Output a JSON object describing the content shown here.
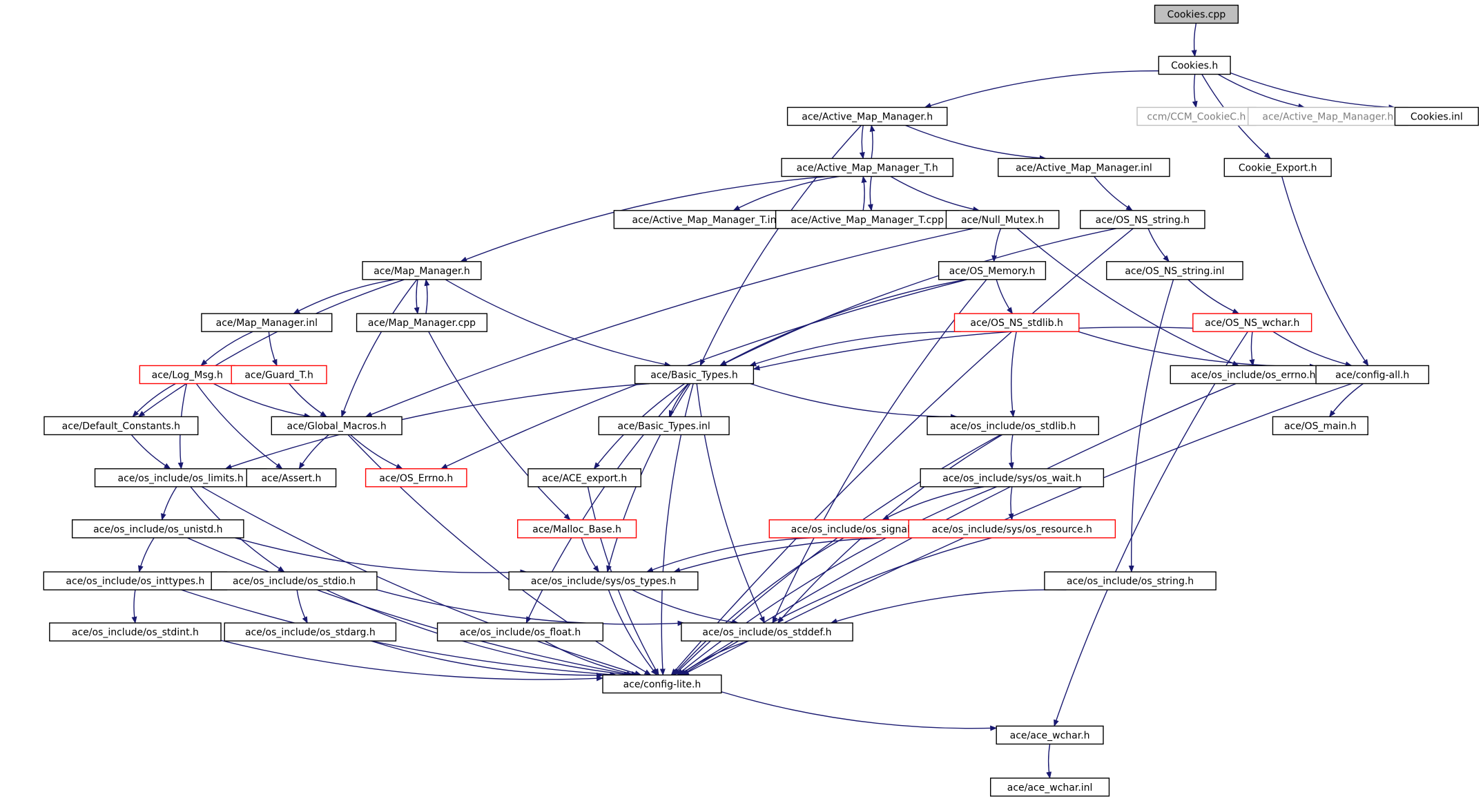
{
  "colors": {
    "edge": "#191970",
    "box_default": "#000000",
    "box_missing": "#bfbfbf",
    "box_incomplete": "#ff0000",
    "root_fill": "#bfbfbf",
    "text_default": "#000000",
    "text_missing": "#808080"
  },
  "nodes": [
    {
      "id": "n0",
      "label": "Cookies.cpp",
      "style": "root"
    },
    {
      "id": "n1",
      "label": "Cookies.h",
      "style": "normal"
    },
    {
      "id": "n2",
      "label": "ace/Active_Map_Manager.h",
      "style": "normal"
    },
    {
      "id": "n3",
      "label": "ccm/CCM_CookieC.h",
      "style": "missing"
    },
    {
      "id": "n4",
      "label": "ace/Active_Map_Manager.h",
      "style": "missing"
    },
    {
      "id": "n5",
      "label": "Cookies.inl",
      "style": "normal"
    },
    {
      "id": "n6",
      "label": "ace/Active_Map_Manager_T.h",
      "style": "normal"
    },
    {
      "id": "n7",
      "label": "ace/Active_Map_Manager.inl",
      "style": "normal"
    },
    {
      "id": "n8",
      "label": "Cookie_Export.h",
      "style": "normal"
    },
    {
      "id": "n9",
      "label": "ace/Active_Map_Manager_T.inl",
      "style": "normal"
    },
    {
      "id": "n10",
      "label": "ace/Active_Map_Manager_T.cpp",
      "style": "normal"
    },
    {
      "id": "n11",
      "label": "ace/Null_Mutex.h",
      "style": "normal"
    },
    {
      "id": "n12",
      "label": "ace/OS_NS_string.h",
      "style": "normal"
    },
    {
      "id": "n13",
      "label": "ace/Map_Manager.h",
      "style": "normal"
    },
    {
      "id": "n14",
      "label": "ace/OS_Memory.h",
      "style": "normal"
    },
    {
      "id": "n15",
      "label": "ace/OS_NS_string.inl",
      "style": "normal"
    },
    {
      "id": "n16",
      "label": "ace/Map_Manager.inl",
      "style": "normal"
    },
    {
      "id": "n17",
      "label": "ace/Map_Manager.cpp",
      "style": "normal"
    },
    {
      "id": "n18",
      "label": "ace/OS_NS_stdlib.h",
      "style": "incomplete"
    },
    {
      "id": "n19",
      "label": "ace/OS_NS_wchar.h",
      "style": "incomplete"
    },
    {
      "id": "n20",
      "label": "ace/Log_Msg.h",
      "style": "incomplete"
    },
    {
      "id": "n21",
      "label": "ace/Guard_T.h",
      "style": "incomplete"
    },
    {
      "id": "n22",
      "label": "ace/Basic_Types.h",
      "style": "normal"
    },
    {
      "id": "n23",
      "label": "ace/os_include/os_errno.h",
      "style": "normal"
    },
    {
      "id": "n24",
      "label": "ace/config-all.h",
      "style": "normal"
    },
    {
      "id": "n25",
      "label": "ace/Default_Constants.h",
      "style": "normal"
    },
    {
      "id": "n26",
      "label": "ace/Global_Macros.h",
      "style": "normal"
    },
    {
      "id": "n27",
      "label": "ace/Basic_Types.inl",
      "style": "normal"
    },
    {
      "id": "n28",
      "label": "ace/os_include/os_stdlib.h",
      "style": "normal"
    },
    {
      "id": "n29",
      "label": "ace/OS_main.h",
      "style": "normal"
    },
    {
      "id": "n30",
      "label": "ace/os_include/os_limits.h",
      "style": "normal"
    },
    {
      "id": "n31",
      "label": "ace/Assert.h",
      "style": "normal"
    },
    {
      "id": "n32",
      "label": "ace/OS_Errno.h",
      "style": "incomplete"
    },
    {
      "id": "n33",
      "label": "ace/ACE_export.h",
      "style": "normal"
    },
    {
      "id": "n34",
      "label": "ace/os_include/sys/os_wait.h",
      "style": "normal"
    },
    {
      "id": "n35",
      "label": "ace/os_include/os_unistd.h",
      "style": "normal"
    },
    {
      "id": "n36",
      "label": "ace/Malloc_Base.h",
      "style": "incomplete"
    },
    {
      "id": "n37",
      "label": "ace/os_include/os_signal.h",
      "style": "incomplete"
    },
    {
      "id": "n38",
      "label": "ace/os_include/sys/os_resource.h",
      "style": "incomplete"
    },
    {
      "id": "n39",
      "label": "ace/os_include/os_inttypes.h",
      "style": "normal"
    },
    {
      "id": "n40",
      "label": "ace/os_include/os_stdio.h",
      "style": "normal"
    },
    {
      "id": "n41",
      "label": "ace/os_include/sys/os_types.h",
      "style": "normal"
    },
    {
      "id": "n42",
      "label": "ace/os_include/os_string.h",
      "style": "normal"
    },
    {
      "id": "n43",
      "label": "ace/os_include/os_stdint.h",
      "style": "normal"
    },
    {
      "id": "n44",
      "label": "ace/os_include/os_stdarg.h",
      "style": "normal"
    },
    {
      "id": "n45",
      "label": "ace/os_include/os_float.h",
      "style": "normal"
    },
    {
      "id": "n46",
      "label": "ace/os_include/os_stddef.h",
      "style": "normal"
    },
    {
      "id": "n47",
      "label": "ace/config-lite.h",
      "style": "normal"
    },
    {
      "id": "n48",
      "label": "ace/ace_wchar.h",
      "style": "normal"
    },
    {
      "id": "n49",
      "label": "ace/ace_wchar.inl",
      "style": "normal"
    }
  ],
  "edges": [
    [
      "n0",
      "n1"
    ],
    [
      "n1",
      "n2"
    ],
    [
      "n1",
      "n3"
    ],
    [
      "n1",
      "n4"
    ],
    [
      "n1",
      "n5"
    ],
    [
      "n1",
      "n8"
    ],
    [
      "n2",
      "n6"
    ],
    [
      "n2",
      "n7"
    ],
    [
      "n2",
      "n22"
    ],
    [
      "n6",
      "n2"
    ],
    [
      "n6",
      "n9"
    ],
    [
      "n6",
      "n10"
    ],
    [
      "n6",
      "n11"
    ],
    [
      "n6",
      "n13"
    ],
    [
      "n10",
      "n6"
    ],
    [
      "n7",
      "n12"
    ],
    [
      "n8",
      "n24"
    ],
    [
      "n11",
      "n14"
    ],
    [
      "n11",
      "n23"
    ],
    [
      "n11",
      "n26"
    ],
    [
      "n12",
      "n15"
    ],
    [
      "n12",
      "n22"
    ],
    [
      "n12",
      "n47"
    ],
    [
      "n13",
      "n16"
    ],
    [
      "n13",
      "n17"
    ],
    [
      "n13",
      "n22"
    ],
    [
      "n13",
      "n25"
    ],
    [
      "n13",
      "n26"
    ],
    [
      "n17",
      "n13"
    ],
    [
      "n17",
      "n36"
    ],
    [
      "n14",
      "n18"
    ],
    [
      "n14",
      "n22"
    ],
    [
      "n14",
      "n32"
    ],
    [
      "n14",
      "n46"
    ],
    [
      "n15",
      "n19"
    ],
    [
      "n15",
      "n42"
    ],
    [
      "n16",
      "n20"
    ],
    [
      "n16",
      "n21"
    ],
    [
      "n18",
      "n22"
    ],
    [
      "n18",
      "n24"
    ],
    [
      "n18",
      "n28"
    ],
    [
      "n19",
      "n22"
    ],
    [
      "n19",
      "n23"
    ],
    [
      "n19",
      "n24"
    ],
    [
      "n19",
      "n48"
    ],
    [
      "n20",
      "n25"
    ],
    [
      "n20",
      "n26"
    ],
    [
      "n20",
      "n30"
    ],
    [
      "n20",
      "n31"
    ],
    [
      "n21",
      "n26"
    ],
    [
      "n22",
      "n27"
    ],
    [
      "n22",
      "n28"
    ],
    [
      "n22",
      "n30"
    ],
    [
      "n22",
      "n33"
    ],
    [
      "n22",
      "n41"
    ],
    [
      "n22",
      "n46"
    ],
    [
      "n22",
      "n47"
    ],
    [
      "n22",
      "n45"
    ],
    [
      "n23",
      "n47"
    ],
    [
      "n24",
      "n29"
    ],
    [
      "n24",
      "n47"
    ],
    [
      "n25",
      "n30"
    ],
    [
      "n26",
      "n31"
    ],
    [
      "n26",
      "n32"
    ],
    [
      "n26",
      "n47"
    ],
    [
      "n28",
      "n34"
    ],
    [
      "n28",
      "n46"
    ],
    [
      "n28",
      "n47"
    ],
    [
      "n30",
      "n35"
    ],
    [
      "n30",
      "n40"
    ],
    [
      "n30",
      "n47"
    ],
    [
      "n33",
      "n47"
    ],
    [
      "n34",
      "n37"
    ],
    [
      "n34",
      "n38"
    ],
    [
      "n34",
      "n47"
    ],
    [
      "n35",
      "n39"
    ],
    [
      "n35",
      "n41"
    ],
    [
      "n35",
      "n47"
    ],
    [
      "n36",
      "n41"
    ],
    [
      "n37",
      "n41"
    ],
    [
      "n37",
      "n47"
    ],
    [
      "n38",
      "n41"
    ],
    [
      "n38",
      "n47"
    ],
    [
      "n39",
      "n43"
    ],
    [
      "n39",
      "n47"
    ],
    [
      "n40",
      "n44"
    ],
    [
      "n40",
      "n46"
    ],
    [
      "n40",
      "n47"
    ],
    [
      "n41",
      "n46"
    ],
    [
      "n41",
      "n47"
    ],
    [
      "n42",
      "n46"
    ],
    [
      "n43",
      "n47"
    ],
    [
      "n44",
      "n47"
    ],
    [
      "n45",
      "n47"
    ],
    [
      "n46",
      "n47"
    ],
    [
      "n47",
      "n48"
    ],
    [
      "n48",
      "n49"
    ]
  ]
}
